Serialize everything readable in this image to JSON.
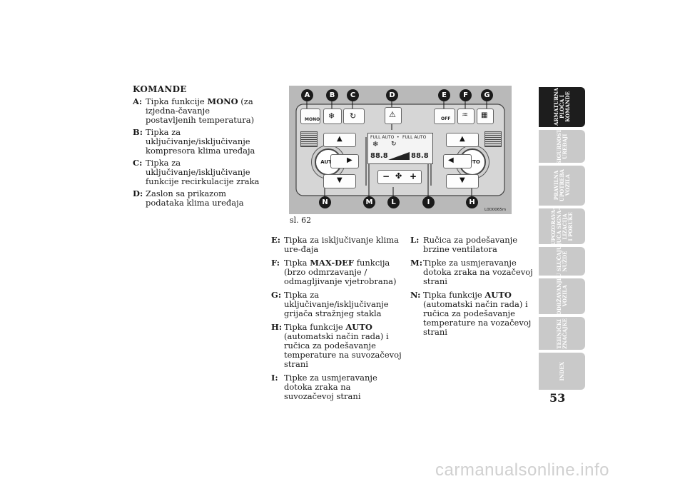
{
  "section_title": "KOMANDE",
  "left_column": [
    {
      "key": "A:",
      "before": "Tipka funkcije ",
      "bold": "MONO",
      "after": " (za izjedna-čavanje postavljenih temperatura)"
    },
    {
      "key": "B:",
      "before": "Tipka za uključivanje/isključivanje kompresora klima uređaja",
      "bold": "",
      "after": ""
    },
    {
      "key": "C:",
      "before": "Tipka za uključivanje/isključivanje funkcije recirkulacije zraka",
      "bold": "",
      "after": ""
    },
    {
      "key": "D:",
      "before": "Zaslon sa prikazom podataka klima uređaja",
      "bold": "",
      "after": ""
    }
  ],
  "middle_column": [
    {
      "key": "E:",
      "before": "Tipka za isključivanje klima ure-đaja",
      "bold": "",
      "after": ""
    },
    {
      "key": "F:",
      "before": "Tipka ",
      "bold": "MAX-DEF",
      "after": " funkcija (brzo odmrzavanje / odmagljivanje vjetrobrana)"
    },
    {
      "key": "G:",
      "before": "Tipka za uključivanje/isključivanje grijača stražnjeg stakla",
      "bold": "",
      "after": ""
    },
    {
      "key": "H:",
      "before": "Tipka funkcije ",
      "bold": "AUTO",
      "after": " (automatski način rada) i ručica za podešavanje temperature na suvozačevoj strani"
    },
    {
      "key": "I:",
      "before": "Tipke za usmjeravanje dotoka zraka na suvozačevoj strani",
      "bold": "",
      "after": ""
    }
  ],
  "right_column": [
    {
      "key": "L:",
      "before": "Ručica za podešavanje brzine ventilatora",
      "bold": "",
      "after": ""
    },
    {
      "key": "M:",
      "before": "Tipke za usmjeravanje dotoka zraka na vozačevoj strani",
      "bold": "",
      "after": ""
    },
    {
      "key": "N:",
      "before": "Tipka funkcije ",
      "bold": "AUTO",
      "after": " (automatski način rada) i ručica za podešavanje temperature na vozačevoj strani"
    }
  ],
  "figure": {
    "caption": "sl. 62",
    "code": "L0D0065m",
    "top_labels": [
      "A",
      "B",
      "C",
      "D",
      "E",
      "F",
      "G"
    ],
    "bottom_labels": [
      "N",
      "M",
      "L",
      "I",
      "H"
    ],
    "mono_label": "MONO",
    "off_label": "OFF",
    "auto_label": "AUTO",
    "full_auto_left": "FULL AUTO",
    "full_auto_right": "FULL AUTO",
    "temp_left": "88.8",
    "temp_right": "88.8",
    "fan_minus": "−",
    "fan_plus": "+"
  },
  "sidebar": [
    {
      "label": "ARMATURNA\nPLOČA I\nKOMANDE",
      "active": true
    },
    {
      "label": "SIGURNOST\nUREĐAJI",
      "active": false
    },
    {
      "label": "PRAVILNA\nUPOTREBA\nVOZILA",
      "active": false
    },
    {
      "label": "UPOZORAVA-\nJUĆA SIGNA-\nLIZACIJA\nI PORUKE",
      "active": false
    },
    {
      "label": "U SLUČAJU\nNUŽDE",
      "active": false
    },
    {
      "label": "ODRŽAVANJE\nVOZILA",
      "active": false
    },
    {
      "label": "TEHNIČKI\nZNAČAJKE",
      "active": false
    },
    {
      "label": "INDEX",
      "active": false
    }
  ],
  "page_number": "53",
  "watermark": "carmanualsonline.info"
}
